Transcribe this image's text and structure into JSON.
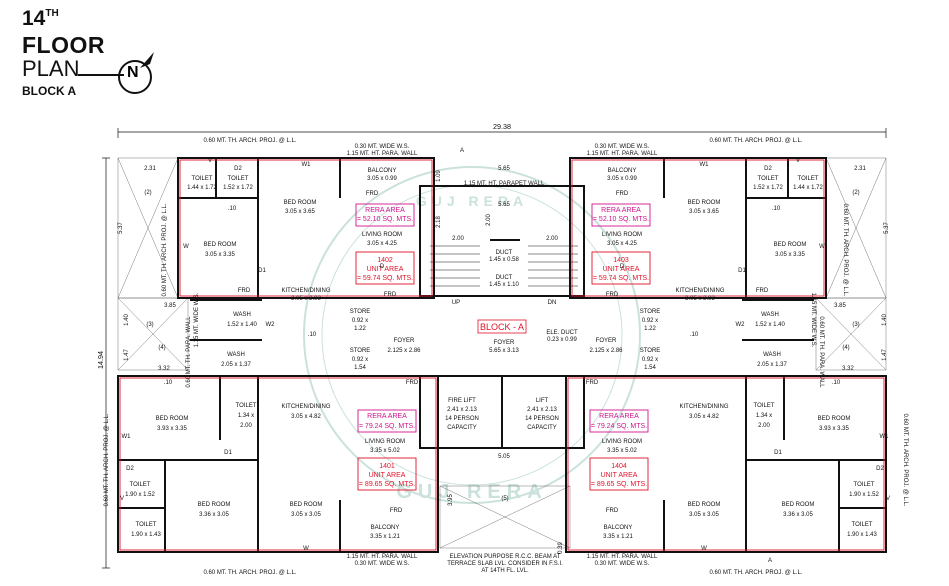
{
  "title": {
    "line1": "14",
    "sup": "TH",
    "line2": "FLOOR",
    "line3": "PLAN",
    "line4": "BLOCK A"
  },
  "north_label": "N",
  "overall": {
    "width": "29.38",
    "height": "14.94"
  },
  "block_label": "BLOCK - A",
  "watermark": "GUJ RERA",
  "labels": {
    "proj_ll": "0.60 MT. TH. ARCH. PROJ. @ L.L.",
    "ws": "0.30 MT. WIDE W.S.",
    "para": "1.15 MT. HT. PARA. WALL",
    "parapet": "1.15 MT. HT. PARAPET WALL",
    "proj_vertical": "0.60 MT. TH. ARCH. PROJ. @ L.L.",
    "proj_short": "0.60 MT. TH. PARA. WALL",
    "ws_vertical": "1.15 MT. WIDE W.S.",
    "elevation_note1": "ELEVATION PURPOSE R.C.C. BEAM AT",
    "elevation_note2": "TERRACE SLAB LVL. CONSIDER IN F.S.I.",
    "elevation_note3": "AT 14TH FL. LVL.",
    "up": "UP",
    "dn": "DN",
    "a": "A",
    "void": "(5)",
    "v2": "(2)",
    "v3": "(3)",
    "v4": "(4)"
  },
  "dims": {
    "d231": "2.31",
    "d537": "5.37",
    "d385": "3.85",
    "d140": "1.40",
    "d147": "1.47",
    "d332": "3.32",
    "d565": "5.65",
    "d218": "2.18",
    "d200": "2.00",
    "d109": "1.09",
    "d505": "5.05",
    "d395": "3.95",
    "d039": "0.39",
    "d010": ".10"
  },
  "rooms": {
    "toilet_a": "TOILET",
    "toilet_a_dim": "1.44 x 1.72",
    "toilet_b_dim": "1.52 x 1.72",
    "bed1": "BED ROOM",
    "bed1_dim": "3.05 x 3.65",
    "bed2_dim": "3.05 x 3.35",
    "balcony": "BALCONY",
    "balcony_top_dim": "3.05 x 0.99",
    "living": "LIVING ROOM",
    "living_top_dim": "3.05 x 4.25",
    "kitchen": "KITCHEN/DINING",
    "kitchen_top_dim": "3.05 x 2.93",
    "wash": "WASH",
    "wash_top_dim": "1.52 x 1.40",
    "wash_bot_dim": "2.05 x 1.37",
    "store": "STORE",
    "store_dim_a": "0.92 x",
    "store_dim_b": "1.22",
    "store_dim_c": "1.54",
    "foyer": "FOYER",
    "foyer_side_dim": "2.125 x 2.86",
    "foyer_mid_dim": "5.65 x 3.13",
    "duct": "DUCT",
    "duct_dim1": "1.45 x 0.58",
    "duct_dim2": "1.45 x 1.10",
    "elec_duct": "ELE. DUCT",
    "elec_duct_dim": "0.23 x 0.99",
    "fire_lift": "FIRE LIFT",
    "lift": "LIFT",
    "lift_dim": "2.41 x 2.13",
    "lift_cap1": "14 PERSON",
    "lift_cap2": "CAPACITY",
    "toilet_c_dim1": "1.34 x",
    "toilet_c_dim2": "2.00",
    "bed3_dim": "3.93 x 3.35",
    "bed4_dim": "3.36 x 3.05",
    "bed5_dim": "3.05 x 3.05",
    "kitchen_bot_dim": "3.05 x 4.82",
    "living_bot_dim": "3.35 x 5.02",
    "toilet_d_dim": "1.90 x 1.52",
    "toilet_e_dim": "1.90 x 1.43",
    "balcony_bot_dim": "3.35 x 1.21"
  },
  "units": {
    "u1402": {
      "no": "1402",
      "rera": "RERA AREA",
      "rera_val": "= 52.10 SQ. MTS.",
      "ua": "UNIT AREA",
      "ua_val": "= 59.74 SQ. MTS."
    },
    "u1403": {
      "no": "1403",
      "rera": "RERA AREA",
      "rera_val": "= 52.10 SQ. MTS.",
      "ua": "UNIT AREA",
      "ua_val": "= 59.74 SQ. MTS."
    },
    "u1401": {
      "no": "1401",
      "rera": "RERA AREA",
      "rera_val": "= 79.24 SQ. MTS.",
      "ua": "UNIT AREA",
      "ua_val": "= 89.65 SQ. MTS."
    },
    "u1404": {
      "no": "1404",
      "rera": "RERA AREA",
      "rera_val": "= 79.24 SQ. MTS.",
      "ua": "UNIT AREA",
      "ua_val": "= 89.65 SQ. MTS."
    }
  },
  "tags": {
    "frd": "FRD",
    "w": "W",
    "w1": "W1",
    "w2": "W2",
    "d": "D",
    "d1": "D1",
    "d2": "D2",
    "v": "V"
  },
  "colors": {
    "wall": "#111111",
    "red": "#e3122a",
    "magenta": "#d0148c",
    "watermark": "#9fc9c0"
  }
}
